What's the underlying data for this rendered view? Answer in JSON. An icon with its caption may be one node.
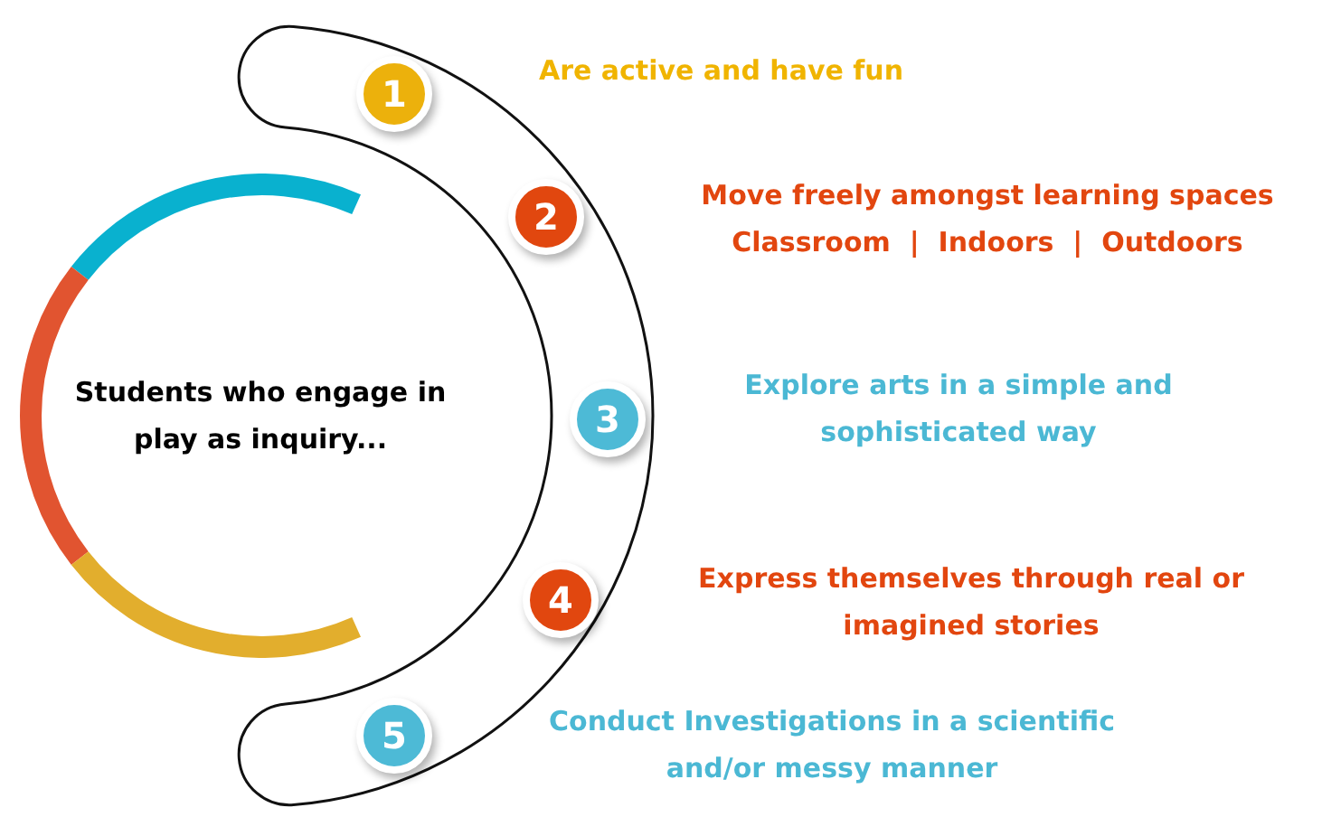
{
  "diagram": {
    "nodes": [
      {
        "text": [
          "Students who engage in play as inquiry..."
        ]
      },
      {
        "text": [],
        "shape": "band"
      },
      {
        "text": [
          "1"
        ],
        "in": 1,
        "beside": [
          "Are active and have fun"
        ]
      },
      {
        "text": [
          "2"
        ],
        "in": 1,
        "beside": [
          "Move freely amongst learning spaces",
          "Classroom  |  Indoors  |  Outdoors"
        ]
      },
      {
        "text": [
          "3"
        ],
        "in": 1,
        "beside": [
          "Explore arts in a simple and sophisticated way"
        ]
      },
      {
        "text": [
          "4"
        ],
        "in": 1,
        "beside": [
          "Express themselves through real or imagined stories"
        ]
      },
      {
        "text": [
          "5"
        ],
        "in": 1
      }
    ],
    "labels": [
      "Conduct Investigations in a scientific and/or messy manner"
    ]
  }
}
